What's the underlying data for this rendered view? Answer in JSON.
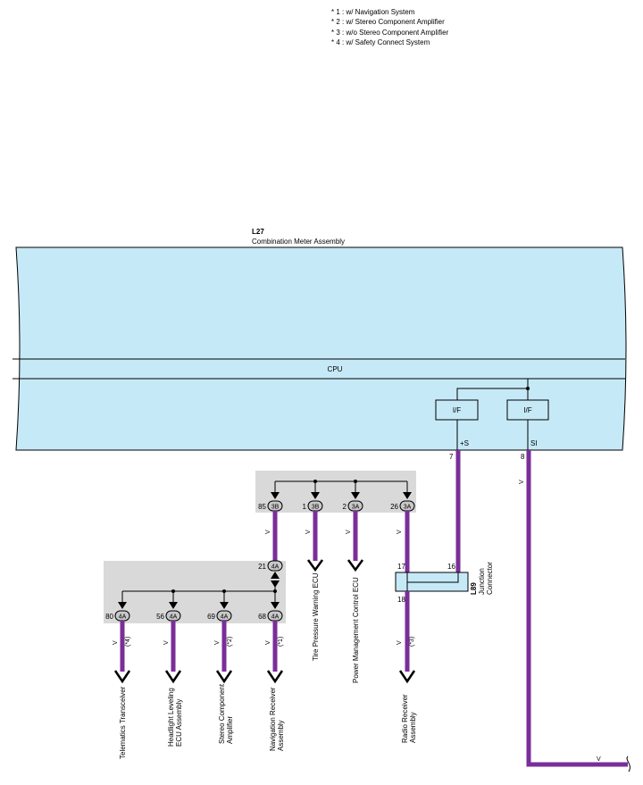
{
  "notes": [
    "* 1 : w/ Navigation System",
    "* 2 : w/ Stereo Component Amplifier",
    "* 3 : w/o Stereo Component Amplifier",
    "* 4 : w/ Safety Connect System"
  ],
  "meter": {
    "code": "L27",
    "name": "Combination Meter Assembly",
    "cpu_label": "CPU"
  },
  "interfaces": [
    {
      "label": "I/F",
      "terminal": "+S",
      "pin": "7"
    },
    {
      "label": "I/F",
      "terminal": "SI",
      "pin": "8"
    }
  ],
  "junction": {
    "code": "L89",
    "name_line1": "Junction",
    "name_line2": "Connector",
    "pins": [
      "17",
      "16",
      "18"
    ]
  },
  "wire_color": "V",
  "colors": {
    "box_fill": "#c6e9f7",
    "wire": "#7a2e9a",
    "splice_fill": "#d9d9d9"
  },
  "upper_connectors": [
    {
      "pin": "85",
      "conn": "3B",
      "wire": "V",
      "dest": ""
    },
    {
      "pin": "1",
      "conn": "3B",
      "wire": "V",
      "dest": "Tire Pressure Warning ECU"
    },
    {
      "pin": "2",
      "conn": "3A",
      "wire": "V",
      "dest": "Power Management Control ECU"
    },
    {
      "pin": "26",
      "conn": "3A",
      "wire": "V",
      "dest": ""
    }
  ],
  "joint_connector": {
    "pin": "21",
    "conn": "4A"
  },
  "lower_connectors": [
    {
      "pin": "80",
      "conn": "4A",
      "wire": "V",
      "note": "(*4)",
      "dest1": "Telematics Transceiver",
      "dest2": ""
    },
    {
      "pin": "56",
      "conn": "4A",
      "wire": "V",
      "note": "",
      "dest1": "Headlight Leveling",
      "dest2": "ECU Assembly"
    },
    {
      "pin": "69",
      "conn": "4A",
      "wire": "V",
      "note": "(*2)",
      "dest1": "Stereo Component",
      "dest2": "Amplifier"
    },
    {
      "pin": "68",
      "conn": "4A",
      "wire": "V",
      "note": "(*1)",
      "dest1": "Navigation Receiver",
      "dest2": "Assembly"
    }
  ],
  "radio": {
    "wire": "V",
    "note": "(*3)",
    "dest1": "Radio Receiver",
    "dest2": "Assembly"
  },
  "right_wire_label": "V"
}
